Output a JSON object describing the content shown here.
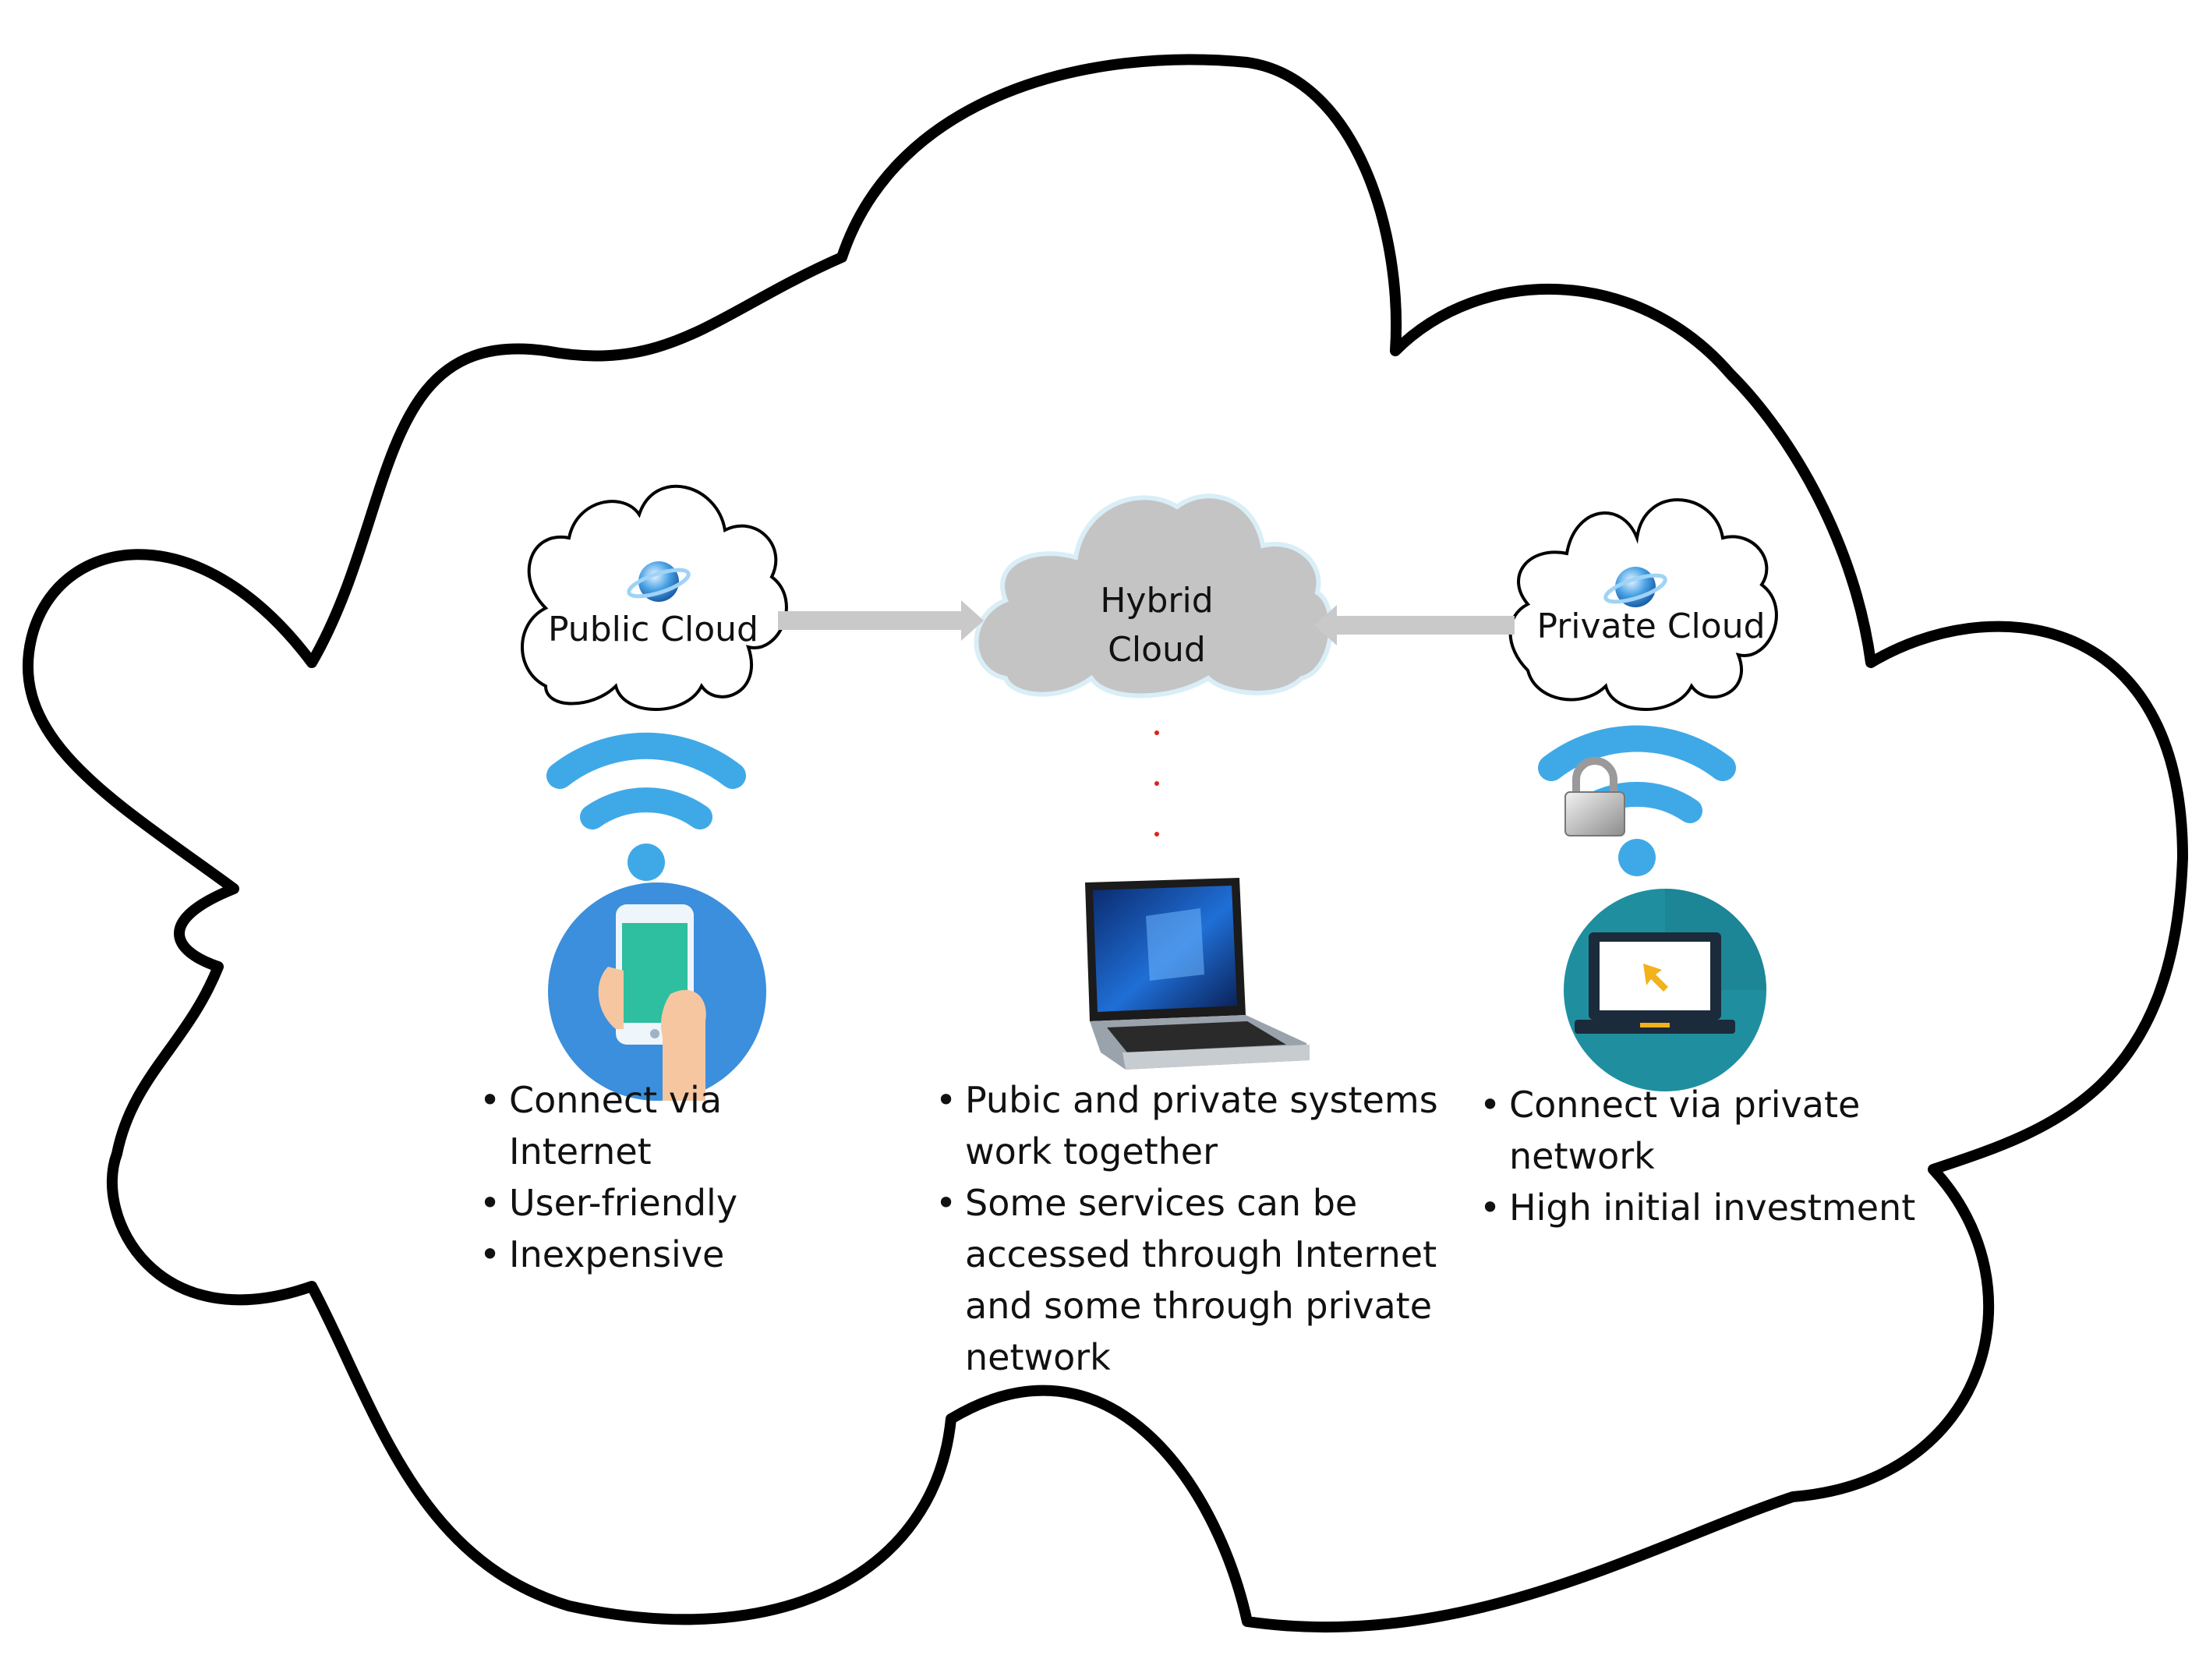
{
  "nodes": {
    "public": {
      "label": "Public Cloud"
    },
    "hybrid": {
      "label_line1": "Hybrid",
      "label_line2": "Cloud"
    },
    "private": {
      "label": "Private Cloud"
    }
  },
  "lists": {
    "public": [
      "Connect via Internet",
      "User-friendly",
      "Inexpensive"
    ],
    "hybrid": [
      "Pubic and private systems work together",
      "Some services can be accessed through Internet and some through private network"
    ],
    "private": [
      "Connect via private network",
      "High initial  investment"
    ]
  },
  "colors": {
    "outline": "#000000",
    "wifi": "#3fa9e8",
    "hybrid_cloud": "#c4c4c4",
    "hybrid_border": "#d9eef7",
    "arrow": "#c9c9c9",
    "dots": "#e02020",
    "phone_circle": "#3b8fdc",
    "laptop_circle": "#1f8fa0"
  },
  "icons": {
    "globe": "globe-icon",
    "wifi": "wifi-icon",
    "lock": "padlock-icon",
    "phone": "smartphone-in-hand-icon",
    "laptop": "laptop-icon",
    "screen": "laptop-screen-cursor-icon"
  }
}
